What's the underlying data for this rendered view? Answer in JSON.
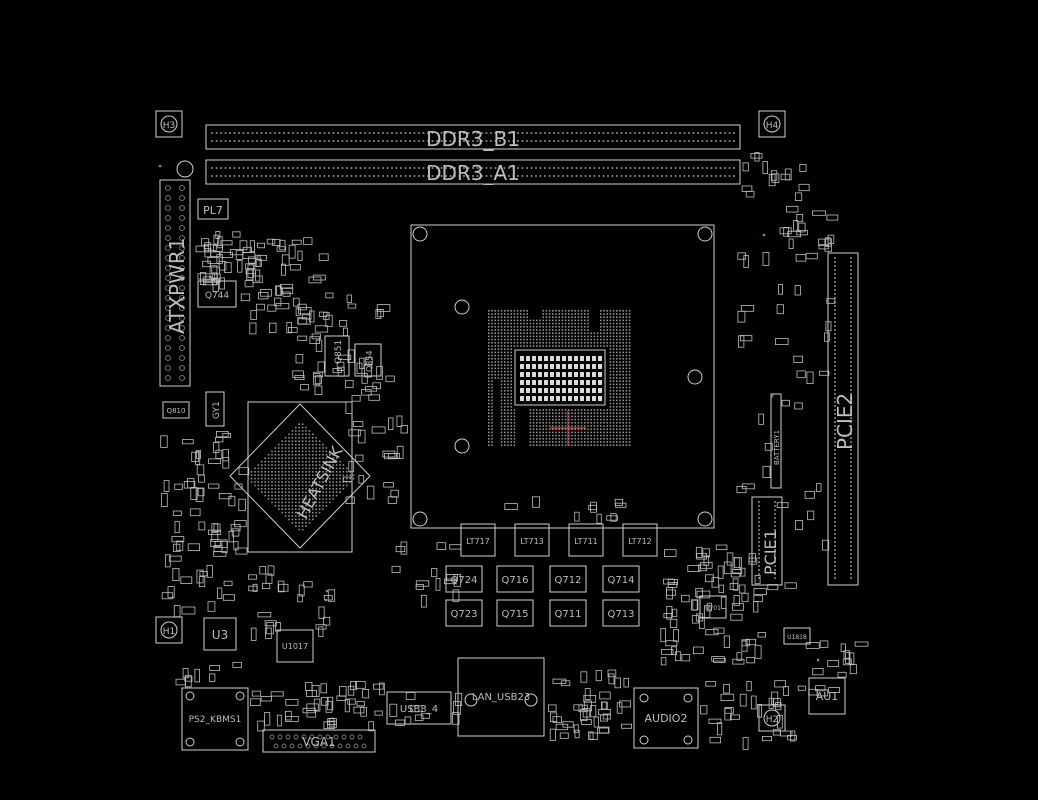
{
  "colors": {
    "background": "#000000",
    "silkscreen": "#cfcfcf",
    "pad": "#8f8f8f",
    "marker": "#ff4d4d",
    "via": "#2fa7c8"
  },
  "labels": {
    "ddr3_b1": "DDR3_B1",
    "ddr3_a1": "DDR3_A1",
    "atxpwr1": "ATXPWR1",
    "heatsink": "HEATSINK",
    "pcie2": "PCIE2",
    "pcie1": "PCIE1",
    "battery": "BATTERY1",
    "pl7": "PL7",
    "h3": "H3",
    "h4": "H4",
    "h1": "H1",
    "h2": "H2",
    "u3": "U3",
    "u1017": "U1017",
    "au1": "AU1",
    "q744": "Q744",
    "q851": "Q851",
    "q854": "Q854",
    "gy1": "GY1",
    "q810": "Q810",
    "lt717": "LT717",
    "lt713": "LT713",
    "lt711": "LT711",
    "lt712": "LT712",
    "q724": "Q724",
    "q716": "Q716",
    "q712": "Q712",
    "q714": "Q714",
    "q723": "Q723",
    "q715": "Q715",
    "q711": "Q711",
    "q713": "Q713",
    "ps2_kbms1": "PS2_KBMS1",
    "vga1": "VGA1",
    "usb3_4": "USB3_4",
    "lan_usb23": "LAN_USB23",
    "audio2": "AUDIO2",
    "u1818": "U1818",
    "u701": "U701"
  }
}
